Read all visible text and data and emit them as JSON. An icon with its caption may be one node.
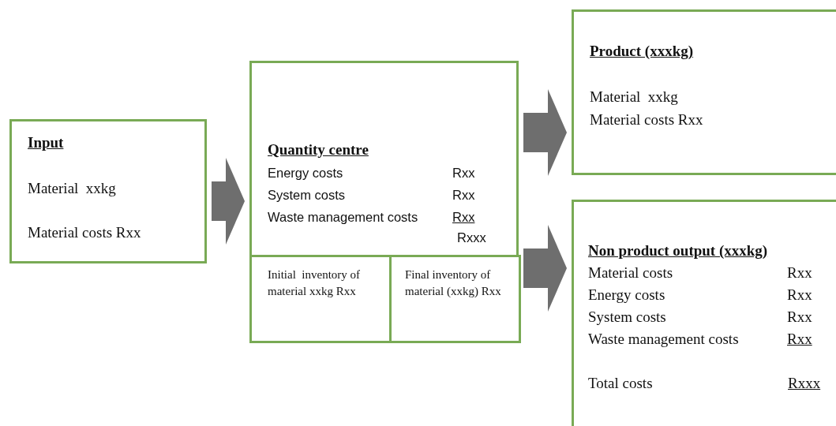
{
  "diagram": {
    "nodes": [
      {
        "text": [
          "Input",
          "Material  xxkg",
          "Material costs Rxx"
        ]
      },
      {
        "text": [
          "Quantity centre",
          "Energy costs",
          "Rxx",
          "System costs",
          "Rxx",
          "Waste management costs",
          "Rxx",
          "Rxxx"
        ]
      },
      {
        "text": [
          "Initial  inventory of material xxkg Rxx"
        ],
        "in": 1
      },
      {
        "text": [
          "Final inventory of material (xxkg) Rxx"
        ],
        "in": 1
      },
      {
        "text": [
          "Product (xxxkg)",
          "Material  xxkg",
          "Material costs Rxx"
        ]
      },
      {
        "text": [
          "Non product output (xxxkg)",
          "Material costs",
          "Rxx",
          "Energy costs",
          "Rxx",
          "System costs",
          "Rxx",
          "Waste management costs",
          "Rxx",
          "Total costs",
          "Rxxx"
        ]
      }
    ],
    "edges": [
      {
        "from": 0,
        "to": 1,
        "arrow": "to"
      },
      {
        "from": 1,
        "to": 4,
        "arrow": "to"
      },
      {
        "from": 1,
        "to": 5,
        "arrow": "to"
      }
    ]
  }
}
